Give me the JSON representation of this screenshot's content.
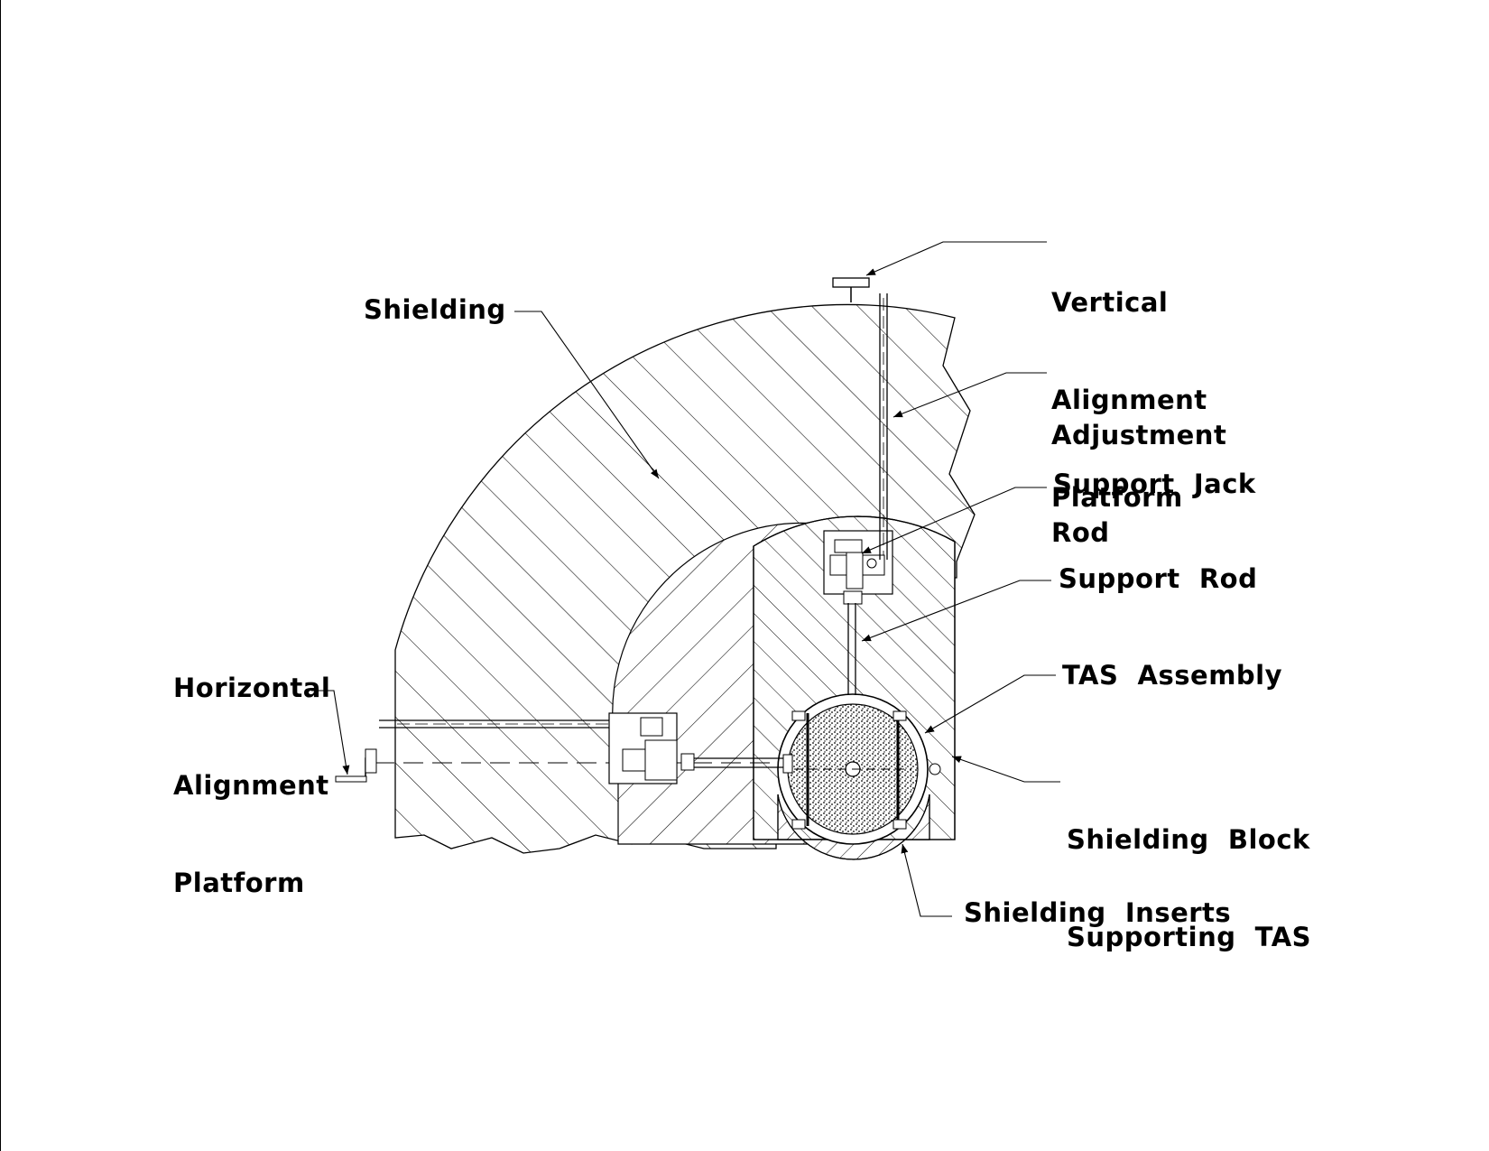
{
  "labels": {
    "vertical_alignment_platform": [
      "Vertical",
      "Alignment",
      "Platform"
    ],
    "shielding": "Shielding",
    "adjustment_rod": [
      "Adjustment",
      "Rod"
    ],
    "support_jack": "Support  Jack",
    "support_rod": "Support  Rod",
    "tas_assembly": "TAS  Assembly",
    "horizontal_alignment_platform": [
      "Horizontal",
      "Alignment",
      "Platform"
    ],
    "shielding_block_supporting_tas": [
      "Shielding  Block",
      "Supporting  TAS"
    ],
    "shielding_inserts": "Shielding  Inserts"
  },
  "colors": {
    "line": "#000000",
    "background": "#ffffff"
  }
}
